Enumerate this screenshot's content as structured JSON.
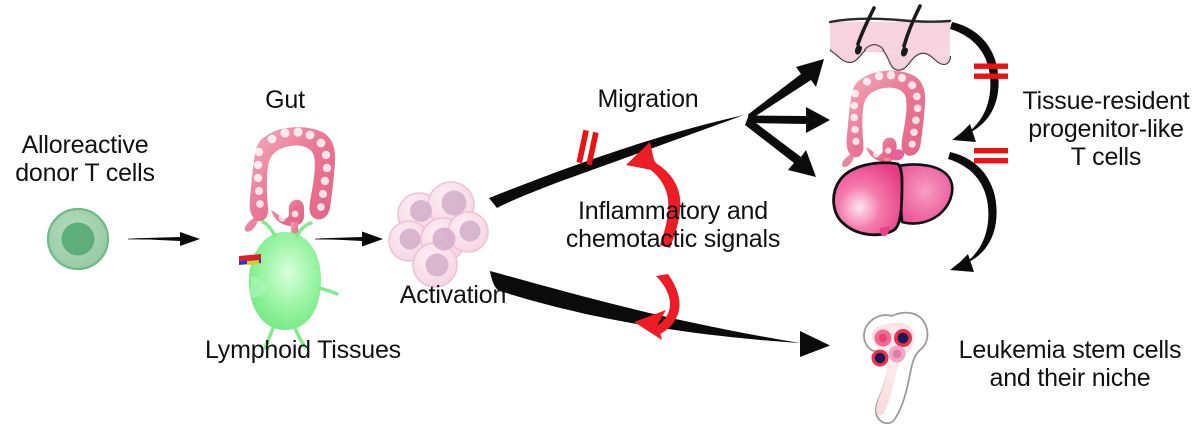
{
  "figure": {
    "title": "Alloreactive donor T cell migration and tissue residency schematic",
    "background": "#ffffff"
  },
  "labels": {
    "alloreactive": "Alloreactive\ndonor T cells",
    "gut": "Gut",
    "lymphoid_tissues": "Lymphoid Tissues",
    "activation": "Activation",
    "migration": "Migration",
    "signals": "Inflammatory and\nchemotactic signals",
    "tissue_resident": "Tissue-resident\nprogenitor-like\nT cells",
    "leukemia": "Leukemia stem cells\nand their niche"
  },
  "icons": {
    "donor_t_cell": "t-cell-icon",
    "gut_organ": "colon-icon",
    "lymph_node": "lymph-node-icon",
    "activated_cluster": "activated-t-cell-cluster-icon",
    "skin": "skin-cross-section-icon",
    "gut_target": "colon-icon",
    "liver": "liver-icon",
    "bone_marrow": "bone-marrow-icon",
    "block_mark": "double-slash-block-icon"
  },
  "colors": {
    "t_cell_fill": "#9ed0ab",
    "t_cell_nucleus": "#5eae7c",
    "t_cell_stroke": "#6fba87",
    "gut_pink": "#e8718f",
    "gut_pink_light": "#f2a6b8",
    "lymph_green": "#85f08f",
    "lymph_green_light": "#c9fbce",
    "activated_fill": "#f7dbe6",
    "activated_nucleus": "#d8b6cf",
    "skin_fill": "#f8d9e2",
    "liver_pink": "#ec4f8c",
    "liver_highlight": "#fbeaf1",
    "bone_fill": "#ffffff",
    "marrow_fill": "#fbe3e6",
    "arrow_black": "#000000",
    "signal_red": "#ee1c25",
    "block_red": "#ee1111",
    "text": "#111111"
  },
  "arrows": [
    {
      "name": "arrow-tcell-to-gut",
      "style": "straight-black"
    },
    {
      "name": "arrow-gut-to-activation",
      "style": "straight-black"
    },
    {
      "name": "arrow-activation-to-migration",
      "style": "curved-black-tapered"
    },
    {
      "name": "arrow-migration-to-skin",
      "style": "straight-black"
    },
    {
      "name": "arrow-migration-to-gut",
      "style": "straight-black"
    },
    {
      "name": "arrow-migration-to-liver",
      "style": "straight-black"
    },
    {
      "name": "arrow-activation-to-bone-marrow",
      "style": "curved-black-tapered"
    },
    {
      "name": "arrow-skin-to-gut-resident",
      "style": "curved-black-thick"
    },
    {
      "name": "arrow-gut-to-liver-resident",
      "style": "curved-black-thick"
    },
    {
      "name": "arrow-signals-up",
      "style": "curved-red"
    },
    {
      "name": "arrow-signals-down",
      "style": "curved-red"
    }
  ]
}
